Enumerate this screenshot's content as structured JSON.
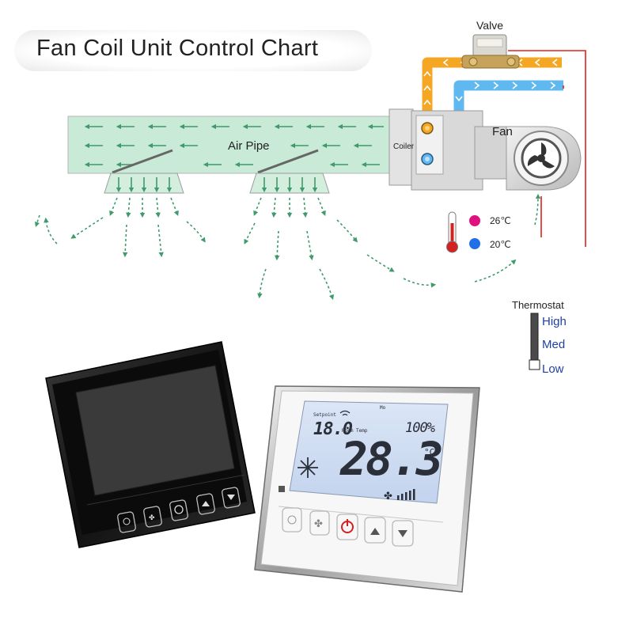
{
  "title": "Fan Coil Unit Control Chart",
  "labels": {
    "valve": "Valve",
    "air_pipe": "Air Pipe",
    "coiler": "Coiler",
    "fan": "Fan",
    "thermostat": "Thermostat",
    "speed_high": "High",
    "speed_med": "Med",
    "speed_low": "Low"
  },
  "temperatures": {
    "hot": "26℃",
    "cold": "20℃",
    "hot_color": "#e0117f",
    "cold_color": "#1e6fe8"
  },
  "pipe_colors": {
    "hot_water": "#f5a623",
    "cold_water": "#5fb9f0",
    "wire": "#e0201b",
    "air": "#bfe6cf",
    "air_arrow": "#3f9a6c"
  },
  "thermostat_display": {
    "setpoint_label": "Setpoint",
    "setpoint": "18.0",
    "room_temp_label": "Room Temp",
    "room_temp": "28.3",
    "unit": "°C",
    "fan_percent": "100%",
    "mode_label": "Mo"
  },
  "icons": [
    "fan-blade-icon",
    "snowflake-icon",
    "power-icon",
    "mode-icon",
    "arrow-up-icon",
    "arrow-down-icon",
    "thermometer-icon"
  ]
}
